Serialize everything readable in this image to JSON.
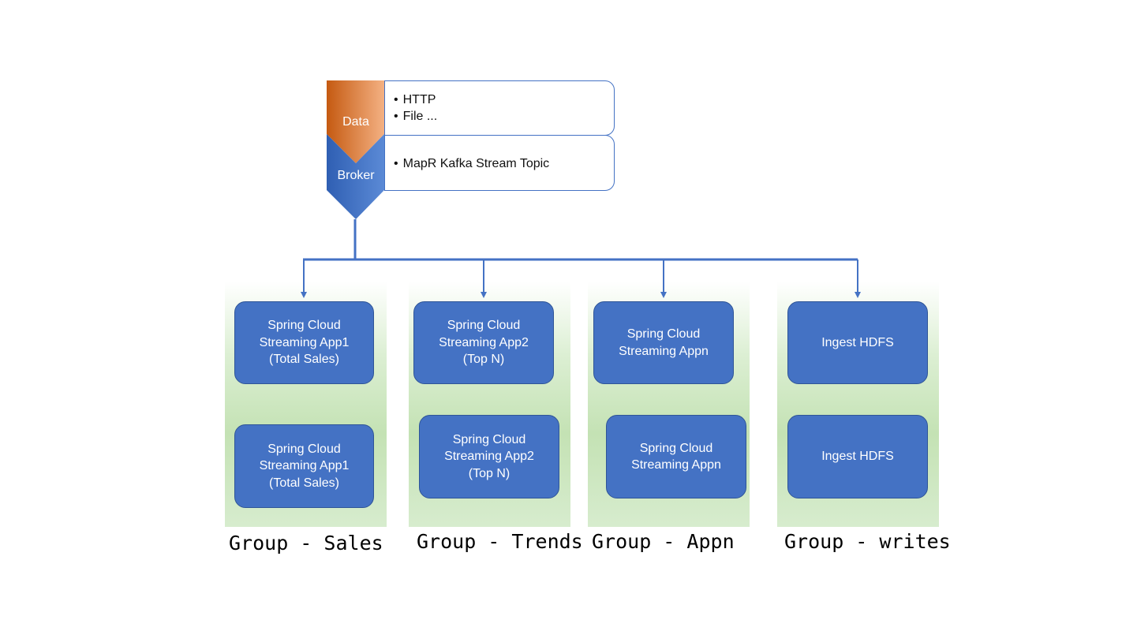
{
  "flow": {
    "stages": [
      {
        "label": "Data",
        "items": [
          "HTTP",
          "File ..."
        ]
      },
      {
        "label": "Broker",
        "items": [
          "MapR Kafka Stream Topic"
        ]
      }
    ]
  },
  "groups": [
    {
      "label": "Group - Sales",
      "apps": [
        "Spring Cloud\nStreaming App1\n(Total Sales)",
        "Spring Cloud\nStreaming App1\n(Total Sales)"
      ]
    },
    {
      "label": "Group - Trends",
      "apps": [
        "Spring Cloud\nStreaming App2\n(Top N)",
        "Spring Cloud\nStreaming App2\n(Top N)"
      ]
    },
    {
      "label": "Group - Appn",
      "apps": [
        "Spring Cloud\nStreaming Appn",
        "Spring Cloud\nStreaming Appn"
      ]
    },
    {
      "label": "Group - writes",
      "apps": [
        "Ingest HDFS",
        "Ingest HDFS"
      ]
    }
  ],
  "colors": {
    "data_stage_gradient": [
      "#c55a11",
      "#f4b183"
    ],
    "broker_stage_gradient": [
      "#2f5fb3",
      "#5b8ad6"
    ],
    "app_box": "#4472c4",
    "connector": "#4472c4",
    "group_panel": "#c4e2b4"
  }
}
